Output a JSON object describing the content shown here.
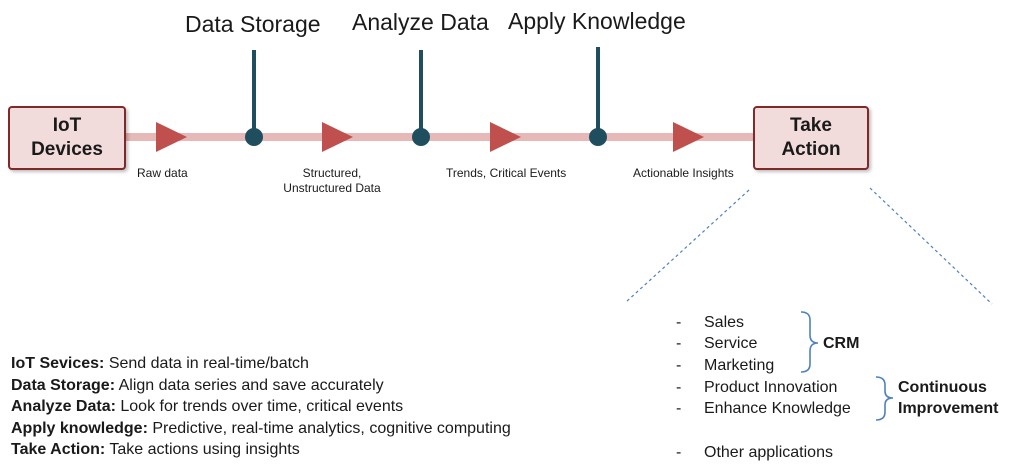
{
  "boxes": {
    "start": [
      "IoT",
      "Devices"
    ],
    "end": [
      "Take",
      "Action"
    ]
  },
  "stages": [
    "Data Storage",
    "Analyze Data",
    "Apply Knowledge"
  ],
  "flow_labels": {
    "raw": "Raw data",
    "structured_1": "Structured,",
    "structured_2": "Unstructured Data",
    "trends": "Trends, Critical Events",
    "insights": "Actionable Insights"
  },
  "descriptions": [
    {
      "term": "IoT Sevices:",
      "text": "Send data in real-time/batch"
    },
    {
      "term": "Data Storage:",
      "text": "Align data series and save accurately"
    },
    {
      "term": "Analyze Data:",
      "text": "Look for trends over time, critical events"
    },
    {
      "term": "Apply knowledge:",
      "text": "Predictive, real-time analytics, cognitive computing"
    },
    {
      "term": "Take Action:",
      "text": "Take actions using insights"
    }
  ],
  "applications": {
    "dash": "-",
    "items": [
      "Sales",
      "Service",
      "Marketing",
      "Product Innovation",
      "Enhance Knowledge",
      "Other applications"
    ],
    "groups": {
      "crm": "CRM",
      "improvement_1": "Continuous",
      "improvement_2": "Improvement"
    }
  },
  "colors": {
    "box_fill": "#f2dcdb",
    "box_border": "#7f2a2a",
    "flow_line": "#e6b8b7",
    "arrow": "#c0504d",
    "stage_pole": "#1f4e5f",
    "bracket": "#4f81bd",
    "dotted": "#4f81bd"
  }
}
